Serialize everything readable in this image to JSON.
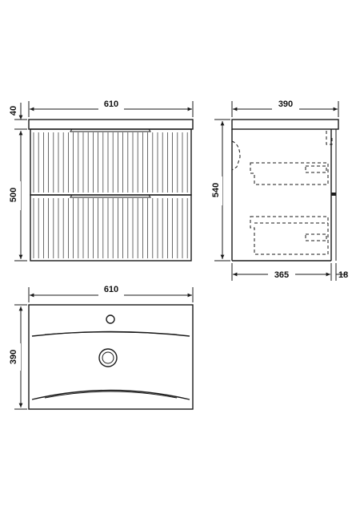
{
  "front_view": {
    "width_label": "610",
    "top_thickness_label": "40",
    "cabinet_height_label": "500"
  },
  "side_view": {
    "depth_label": "390",
    "total_height_label": "540",
    "carcass_depth_label": "365",
    "door_thickness_label": "18"
  },
  "plan_view": {
    "width_label": "610",
    "depth_label": "390"
  }
}
